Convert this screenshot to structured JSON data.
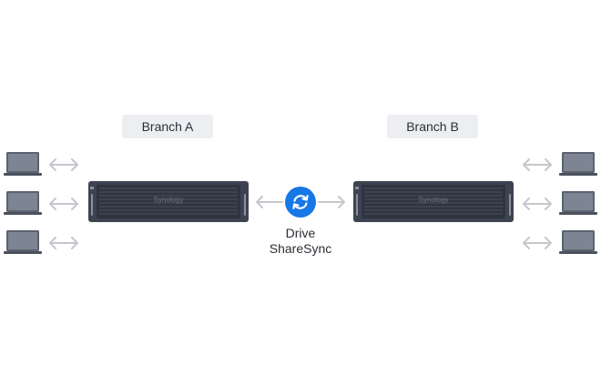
{
  "branches": {
    "a": {
      "label": "Branch A"
    },
    "b": {
      "label": "Branch B"
    }
  },
  "nas": {
    "brand": "Synology"
  },
  "sync": {
    "line1": "Drive",
    "line2": "ShareSync",
    "icon": "sync-icon",
    "accent": "#1677e6"
  },
  "colors": {
    "device_body": "#3d4350",
    "device_front": "#2f3440",
    "arrow": "#c4c7cc",
    "laptop_frame": "#5b6270",
    "laptop_screen": "#7d8593"
  }
}
